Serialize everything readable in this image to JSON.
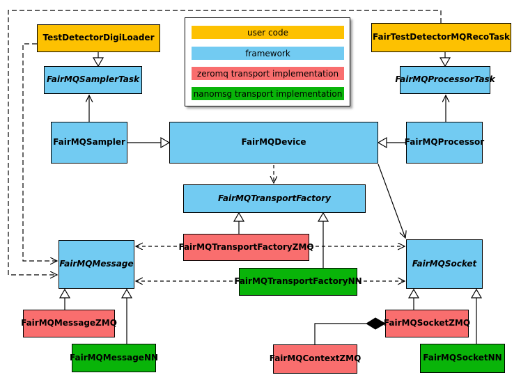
{
  "legend": {
    "items": [
      {
        "label": "user code",
        "color": "#fdc101"
      },
      {
        "label": "framework",
        "color": "#72cbf2"
      },
      {
        "label": "zeromq transport implementation",
        "color": "#f96e6e"
      },
      {
        "label": "nanomsg transport implementation",
        "color": "#09b409"
      }
    ]
  },
  "nodes": {
    "testDetectorDigiLoader": {
      "label": "TestDetectorDigiLoader",
      "category": "user code",
      "abstract": false
    },
    "fairTestDetectorMQRecoTask": {
      "label": "FairTestDetectorMQRecoTask",
      "category": "user code",
      "abstract": false
    },
    "fairMQSamplerTask": {
      "label": "FairMQSamplerTask",
      "category": "framework",
      "abstract": true
    },
    "fairMQProcessorTask": {
      "label": "FairMQProcessorTask",
      "category": "framework",
      "abstract": true
    },
    "fairMQSampler": {
      "label": "FairMQSampler",
      "category": "framework",
      "abstract": false
    },
    "fairMQDevice": {
      "label": "FairMQDevice",
      "category": "framework",
      "abstract": false
    },
    "fairMQProcessor": {
      "label": "FairMQProcessor",
      "category": "framework",
      "abstract": false
    },
    "fairMQTransportFactory": {
      "label": "FairMQTransportFactory",
      "category": "framework",
      "abstract": true
    },
    "fairMQTransportFactoryZMQ": {
      "label": "FairMQTransportFactoryZMQ",
      "category": "zeromq transport implementation",
      "abstract": false
    },
    "fairMQTransportFactoryNN": {
      "label": "FairMQTransportFactoryNN",
      "category": "nanomsg transport implementation",
      "abstract": false
    },
    "fairMQMessage": {
      "label": "FairMQMessage",
      "category": "framework",
      "abstract": true
    },
    "fairMQSocket": {
      "label": "FairMQSocket",
      "category": "framework",
      "abstract": true
    },
    "fairMQMessageZMQ": {
      "label": "FairMQMessageZMQ",
      "category": "zeromq transport implementation",
      "abstract": false
    },
    "fairMQMessageNN": {
      "label": "FairMQMessageNN",
      "category": "nanomsg transport implementation",
      "abstract": false
    },
    "fairMQContextZMQ": {
      "label": "FairMQContextZMQ",
      "category": "zeromq transport implementation",
      "abstract": false
    },
    "fairMQSocketZMQ": {
      "label": "FairMQSocketZMQ",
      "category": "zeromq transport implementation",
      "abstract": false
    },
    "fairMQSocketNN": {
      "label": "FairMQSocketNN",
      "category": "nanomsg transport implementation",
      "abstract": false
    }
  },
  "edges": [
    {
      "from": "TestDetectorDigiLoader",
      "to": "FairMQSamplerTask",
      "type": "inheritance"
    },
    {
      "from": "FairTestDetectorMQRecoTask",
      "to": "FairMQProcessorTask",
      "type": "inheritance"
    },
    {
      "from": "FairMQSampler",
      "to": "FairMQSamplerTask",
      "type": "association"
    },
    {
      "from": "FairMQProcessor",
      "to": "FairMQProcessorTask",
      "type": "association"
    },
    {
      "from": "FairMQSampler",
      "to": "FairMQDevice",
      "type": "inheritance"
    },
    {
      "from": "FairMQProcessor",
      "to": "FairMQDevice",
      "type": "inheritance"
    },
    {
      "from": "FairMQDevice",
      "to": "FairMQTransportFactory",
      "type": "dependency"
    },
    {
      "from": "FairMQDevice",
      "to": "FairMQSocket",
      "type": "association"
    },
    {
      "from": "TestDetectorDigiLoader",
      "to": "FairMQMessage",
      "type": "dependency"
    },
    {
      "from": "FairTestDetectorMQRecoTask",
      "to": "FairMQMessage",
      "type": "dependency"
    },
    {
      "from": "FairMQTransportFactoryZMQ",
      "to": "FairMQTransportFactory",
      "type": "inheritance"
    },
    {
      "from": "FairMQTransportFactoryNN",
      "to": "FairMQTransportFactory",
      "type": "inheritance"
    },
    {
      "from": "FairMQTransportFactoryZMQ",
      "to": "FairMQMessage",
      "type": "dependency"
    },
    {
      "from": "FairMQTransportFactoryZMQ",
      "to": "FairMQSocket",
      "type": "dependency"
    },
    {
      "from": "FairMQTransportFactoryNN",
      "to": "FairMQMessage",
      "type": "dependency"
    },
    {
      "from": "FairMQTransportFactoryNN",
      "to": "FairMQSocket",
      "type": "dependency"
    },
    {
      "from": "FairMQMessageZMQ",
      "to": "FairMQMessage",
      "type": "inheritance"
    },
    {
      "from": "FairMQMessageNN",
      "to": "FairMQMessage",
      "type": "inheritance"
    },
    {
      "from": "FairMQSocketZMQ",
      "to": "FairMQSocket",
      "type": "inheritance"
    },
    {
      "from": "FairMQSocketNN",
      "to": "FairMQSocket",
      "type": "inheritance"
    },
    {
      "from": "FairMQContextZMQ",
      "to": "FairMQSocketZMQ",
      "type": "composition"
    }
  ]
}
